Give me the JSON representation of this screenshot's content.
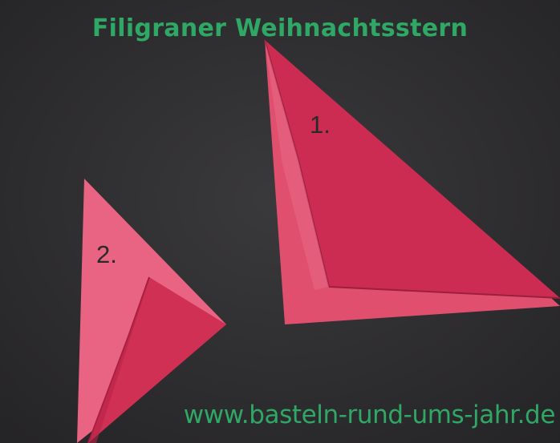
{
  "photo": {
    "title": "Filigraner Weihnachtsstern",
    "steps": [
      "1.",
      "2."
    ],
    "website": "www.basteln-rund-ums-jahr.de",
    "colors": {
      "background": "#2c2b2d",
      "paper": "#e14a6a",
      "paper_dark": "#c9294e",
      "text_green": "#2fa866"
    }
  }
}
